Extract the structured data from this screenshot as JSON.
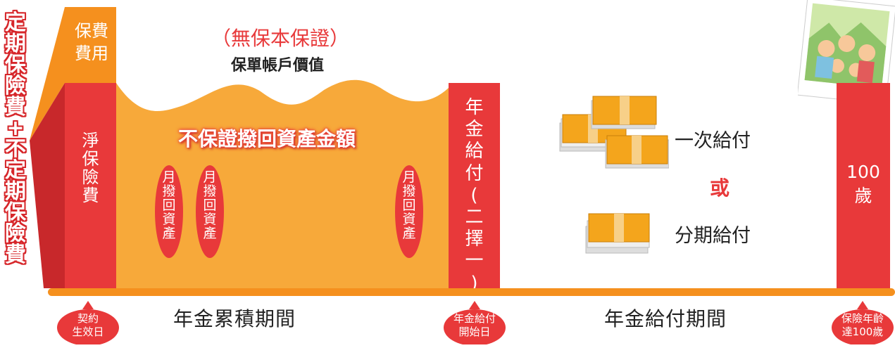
{
  "left_vertical_label": "定期保險費+不定期保險費",
  "fee_box_label": "保費費用",
  "net_premium_label": "淨保險費",
  "no_guarantee_title": "（無保本保證）",
  "account_value_label": "保單帳戶價值",
  "withdraw_title": "不保證撥回資產金額",
  "monthly_withdraw_label": "月撥回資產",
  "annuity_choice_label": "年金給付(二擇一)",
  "payment_lump_sum": "一次給付",
  "payment_or": "或",
  "payment_installment": "分期給付",
  "age_label": "100歲",
  "accumulation_period": "年金累積期間",
  "payment_period": "年金給付期間",
  "markers": {
    "contract_start": [
      "契約",
      "生效日"
    ],
    "annuity_start": [
      "年金給付",
      "開始日"
    ],
    "age_100": [
      "保險年齡",
      "達100歲"
    ]
  },
  "colors": {
    "red": "#e8393a",
    "orange": "#f5901e",
    "light_orange": "#f7a93a"
  }
}
